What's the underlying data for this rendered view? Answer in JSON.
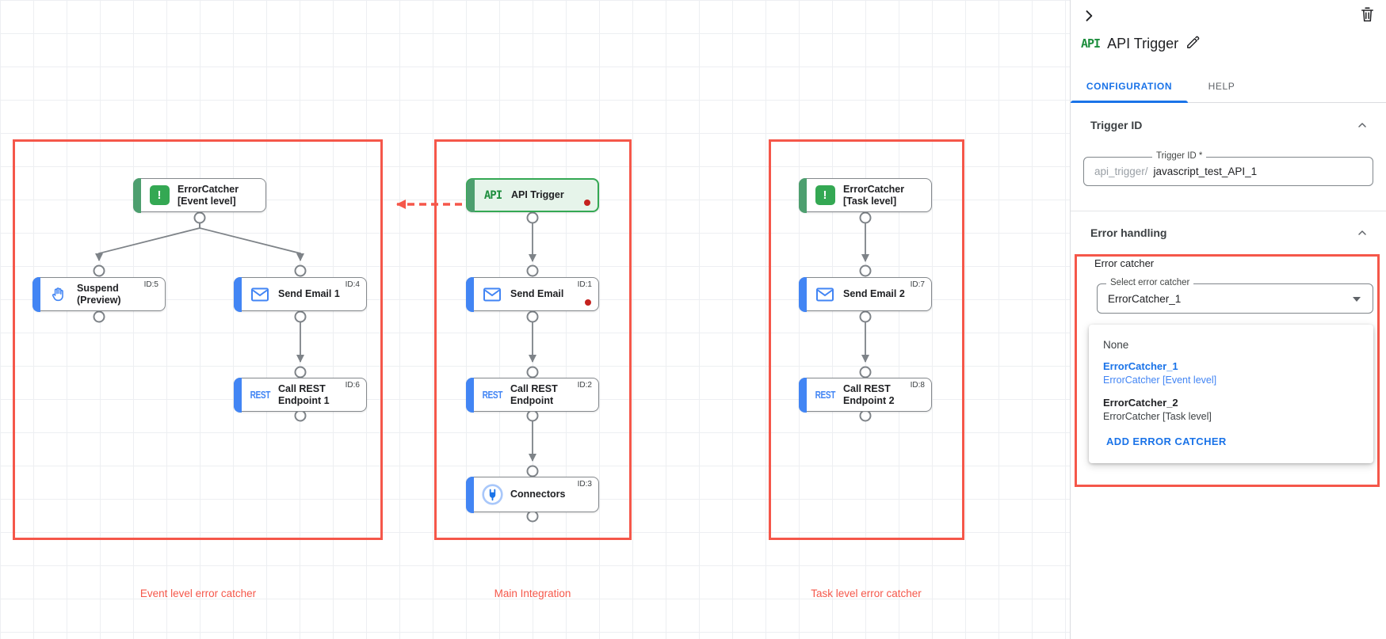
{
  "colors": {
    "group_red": "#F5574A",
    "node_blue": "#4285F4",
    "node_green": "#4D9F6F",
    "icon_green": "#34A853",
    "link_blue": "#1A73E8",
    "dot_red": "#C5221F",
    "edge_gray": "#7E8388"
  },
  "canvas": {
    "groups": [
      {
        "caption": "Event level error catcher"
      },
      {
        "caption": "Main Integration"
      },
      {
        "caption": "Task level error catcher"
      }
    ],
    "nodes": [
      {
        "line1": "ErrorCatcher",
        "line2": "[Event level]",
        "id": "",
        "icon": "error-catcher"
      },
      {
        "line1": "Suspend",
        "line2": "(Preview)",
        "id": "ID:5",
        "icon": "hand"
      },
      {
        "line1": "Send Email 1",
        "line2": "",
        "id": "ID:4",
        "icon": "email"
      },
      {
        "line1": "Call REST",
        "line2": "Endpoint 1",
        "id": "ID:6",
        "icon": "rest"
      },
      {
        "line1": "API Trigger",
        "line2": "",
        "id": "",
        "icon": "api"
      },
      {
        "line1": "Send Email",
        "line2": "",
        "id": "ID:1",
        "icon": "email"
      },
      {
        "line1": "Call REST",
        "line2": "Endpoint",
        "id": "ID:2",
        "icon": "rest"
      },
      {
        "line1": "Connectors",
        "line2": "",
        "id": "ID:3",
        "icon": "connector"
      },
      {
        "line1": "ErrorCatcher",
        "line2": "[Task level]",
        "id": "",
        "icon": "error-catcher"
      },
      {
        "line1": "Send Email 2",
        "line2": "",
        "id": "ID:7",
        "icon": "email"
      },
      {
        "line1": "Call REST",
        "line2": "Endpoint 2",
        "id": "ID:8",
        "icon": "rest"
      }
    ],
    "icon_texts": {
      "api": "API",
      "rest": "REST",
      "error_mark": "!"
    }
  },
  "panel": {
    "title": "API Trigger",
    "title_badge": "API",
    "tabs": [
      {
        "label": "CONFIGURATION"
      },
      {
        "label": "HELP"
      }
    ],
    "trigger_section": {
      "header": "Trigger ID",
      "field_label": "Trigger ID *",
      "prefix": "api_trigger/",
      "value": "javascript_test_API_1"
    },
    "error_section": {
      "header": "Error handling",
      "group_label": "Error catcher",
      "select_label": "Select error catcher",
      "select_value": "ErrorCatcher_1",
      "menu": {
        "none_label": "None",
        "options": [
          {
            "name": "ErrorCatcher_1",
            "desc": "ErrorCatcher [Event level]"
          },
          {
            "name": "ErrorCatcher_2",
            "desc": "ErrorCatcher [Task level]"
          }
        ],
        "action_label": "ADD ERROR CATCHER"
      }
    }
  }
}
